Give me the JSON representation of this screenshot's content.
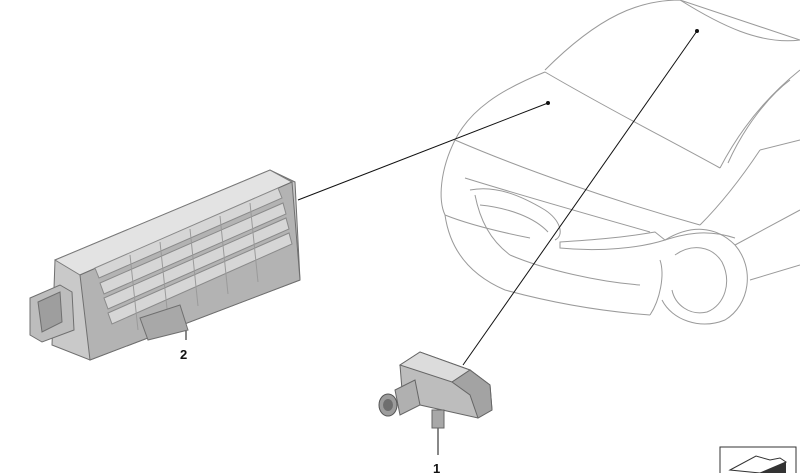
{
  "diagram": {
    "callouts": [
      {
        "id": "2",
        "part": "module"
      },
      {
        "id": "1",
        "part": "sensor"
      }
    ],
    "icons": [
      "car-outline-icon",
      "control-module-icon",
      "sensor-icon",
      "parts-symbol-icon"
    ]
  }
}
